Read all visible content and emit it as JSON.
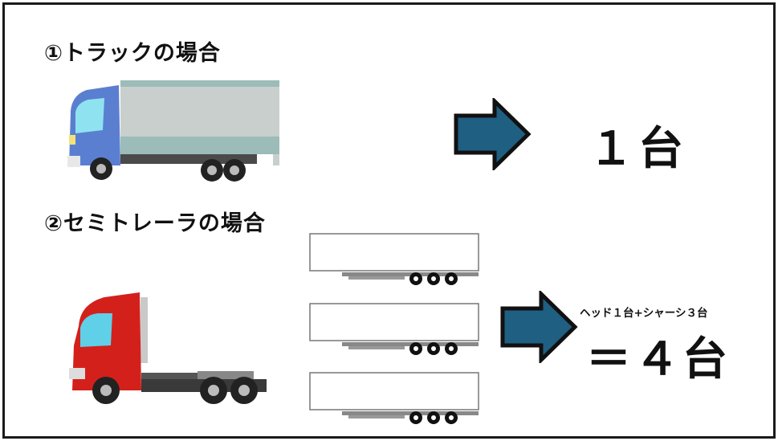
{
  "case_truck": {
    "heading": "①トラックの場合",
    "result": "１台"
  },
  "case_semitrailer": {
    "heading": "②セミトレーラの場合",
    "note": "ヘッド１台+シャーシ３台",
    "result": "＝４台"
  },
  "icons": {
    "arrow": "right-arrow-icon",
    "truck": "box-truck-icon",
    "tractor": "tractor-head-icon",
    "chassis": "trailer-chassis-icon"
  },
  "colors": {
    "arrow_fill": "#1f5f82",
    "truck_cab": "#5b7fd0",
    "truck_box": "#c9cfcd",
    "tractor_cab": "#d4201b",
    "outline": "#111111"
  }
}
